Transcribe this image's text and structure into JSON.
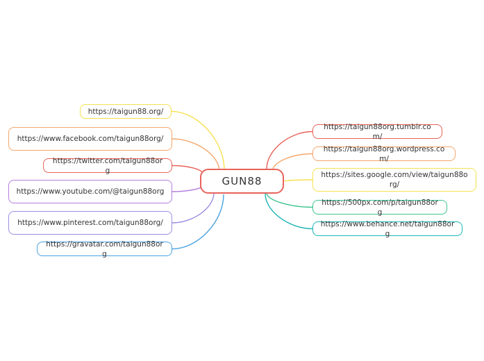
{
  "center": {
    "label": "GUN88",
    "color": "#e8625a"
  },
  "left": [
    {
      "label": "https://taigun88.org/",
      "color": "#f5e04f"
    },
    {
      "label": "https://www.facebook.com/taigun88org/",
      "color": "#f4a66a"
    },
    {
      "label": "https://twitter.com/taigun88org",
      "color": "#e8625a"
    },
    {
      "label": "https://www.youtube.com/@taigun88org",
      "color": "#b57edc"
    },
    {
      "label": "https://www.pinterest.com/taigun88org/",
      "color": "#9b8ee0"
    },
    {
      "label": "https://gravatar.com/taigun88org",
      "color": "#4aa3df"
    }
  ],
  "right": [
    {
      "label": "https://taigun88org.tumblr.com/",
      "color": "#e8625a"
    },
    {
      "label": "https://taigun88org.wordpress.com/",
      "color": "#f4a66a"
    },
    {
      "label": "https://sites.google.com/view/taigun88org/",
      "color": "#f5e04f"
    },
    {
      "label": "https://500px.com/p/taigun88org",
      "color": "#3cc48f"
    },
    {
      "label": "https://www.behance.net/taigun88org",
      "color": "#1fb5b5"
    }
  ]
}
